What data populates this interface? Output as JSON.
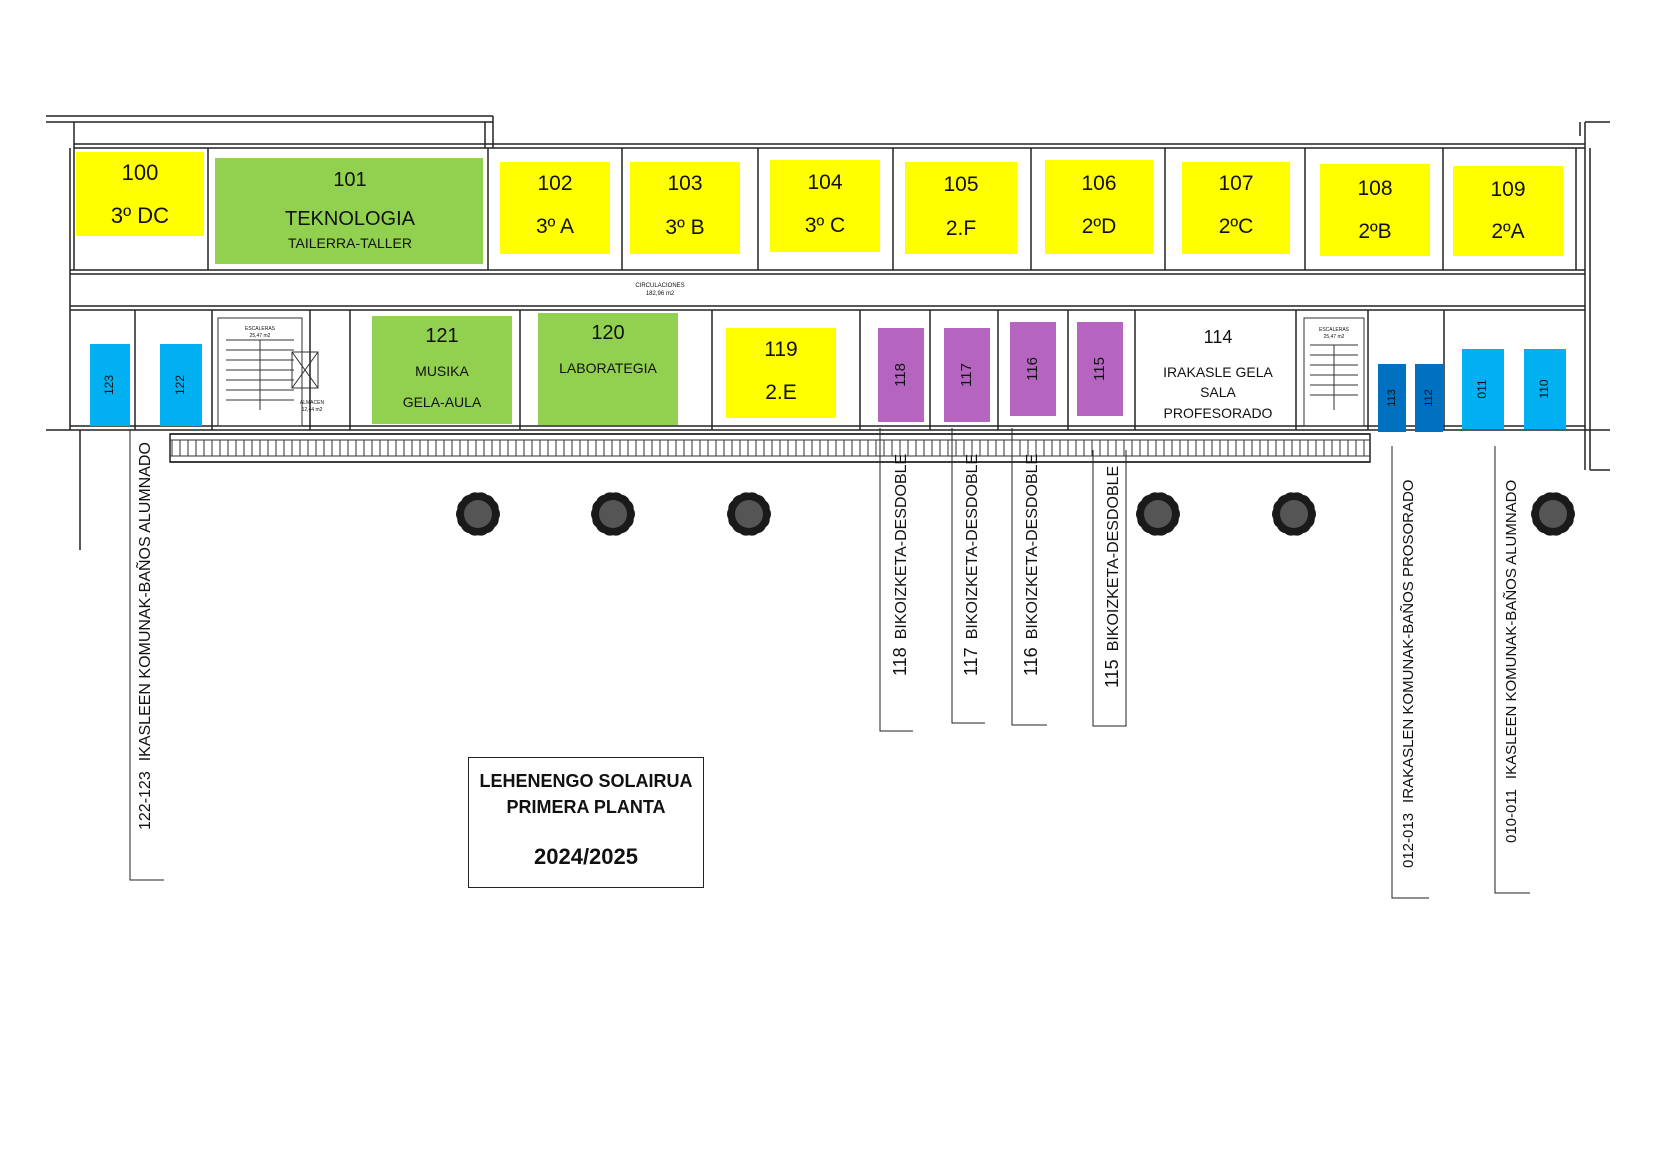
{
  "colors": {
    "classroom": "#ffff00",
    "special": "#92d050",
    "split": "#b565c0",
    "toilet_student": "#00b0f0",
    "toilet_teacher": "#0070c0",
    "wall": "#222222"
  },
  "corridor_label": "CIRCULACIONES",
  "corridor_area": "182,96 m2",
  "stairs_label": "ESCALERAS",
  "stairs_area": "25,47 m2",
  "storage_label": "ALMACEN",
  "storage_area": "12,44 m2",
  "rooms": {
    "r100": {
      "num": "100",
      "name": "3º DC",
      "color": "classroom"
    },
    "r101": {
      "num": "101",
      "name": "TEKNOLOGIA",
      "sub": "TAILERRA-TALLER",
      "color": "special"
    },
    "r102": {
      "num": "102",
      "name": "3º A",
      "color": "classroom"
    },
    "r103": {
      "num": "103",
      "name": "3º B",
      "color": "classroom"
    },
    "r104": {
      "num": "104",
      "name": "3º C",
      "color": "classroom"
    },
    "r105": {
      "num": "105",
      "name": "2.F",
      "color": "classroom"
    },
    "r106": {
      "num": "106",
      "name": "2ºD",
      "color": "classroom"
    },
    "r107": {
      "num": "107",
      "name": "2ºC",
      "color": "classroom"
    },
    "r108": {
      "num": "108",
      "name": "2ºB",
      "color": "classroom"
    },
    "r109": {
      "num": "109",
      "name": "2ºA",
      "color": "classroom"
    },
    "r121": {
      "num": "121",
      "name": "MUSIKA",
      "sub": "GELA-AULA",
      "color": "special"
    },
    "r120": {
      "num": "120",
      "name": "LABORATEGIA",
      "color": "special"
    },
    "r119": {
      "num": "119",
      "name": "2.E",
      "color": "classroom"
    },
    "r118": {
      "num": "118",
      "color": "split"
    },
    "r117": {
      "num": "117",
      "color": "split"
    },
    "r116": {
      "num": "116",
      "color": "split"
    },
    "r115": {
      "num": "115",
      "color": "split"
    },
    "r114": {
      "num": "114",
      "line1": "IRAKASLE GELA",
      "line2": "SALA",
      "line3": "PROFESORADO"
    },
    "r123": {
      "num": "123",
      "color": "toilet_student"
    },
    "r122": {
      "num": "122",
      "color": "toilet_student"
    },
    "r113": {
      "num": "113",
      "color": "toilet_teacher"
    },
    "r112": {
      "num": "112",
      "color": "toilet_teacher"
    },
    "r011": {
      "num": "011",
      "color": "toilet_student"
    },
    "r110": {
      "num": "110",
      "color": "toilet_student"
    }
  },
  "callouts": {
    "c122": {
      "num": "122-123",
      "text": "IKASLEEN KOMUNAK-BAÑOS ALUMNADO"
    },
    "c118": {
      "num": "118",
      "text": "BIKOIZKETA-DESDOBLE"
    },
    "c117": {
      "num": "117",
      "text": "BIKOIZKETA-DESDOBLE"
    },
    "c116": {
      "num": "116",
      "text": "BIKOIZKETA-DESDOBLE"
    },
    "c115": {
      "num": "115",
      "text": "BIKOIZKETA-DESDOBLE"
    },
    "c012": {
      "num": "012-013",
      "text": "IRAKASLEN KOMUNAK-BAÑOS PROSORADO"
    },
    "c010": {
      "num": "010-011",
      "text": "IKASLEEN KOMUNAK-BAÑOS ALUMNADO"
    }
  },
  "title": {
    "line1": "LEHENENGO SOLAIRUA",
    "line2": "PRIMERA PLANTA",
    "year": "2024/2025"
  }
}
